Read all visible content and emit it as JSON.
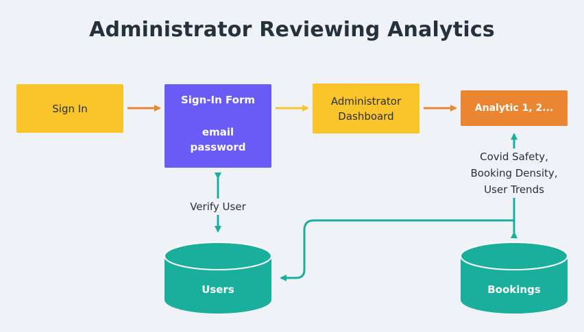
{
  "title": "Administrator Reviewing Analytics",
  "nodes": {
    "sign_in": "Sign In",
    "sign_in_form": {
      "title": "Sign-In Form",
      "field1": "email",
      "field2": "password"
    },
    "admin_dashboard": {
      "line1": "Administrator",
      "line2": "Dashboard"
    },
    "analytic": "Analytic 1, 2...",
    "users_db": "Users",
    "bookings_db": "Bookings"
  },
  "edges": {
    "verify_user": "Verify User",
    "analytics_source": {
      "line1": "Covid Safety,",
      "line2": "Booking Density,",
      "line3": "User Trends"
    }
  },
  "colors": {
    "yellow": "#fac52a",
    "purple": "#695cf6",
    "orange": "#ea8532",
    "teal": "#1aaf9c",
    "background": "#eff3f7"
  }
}
